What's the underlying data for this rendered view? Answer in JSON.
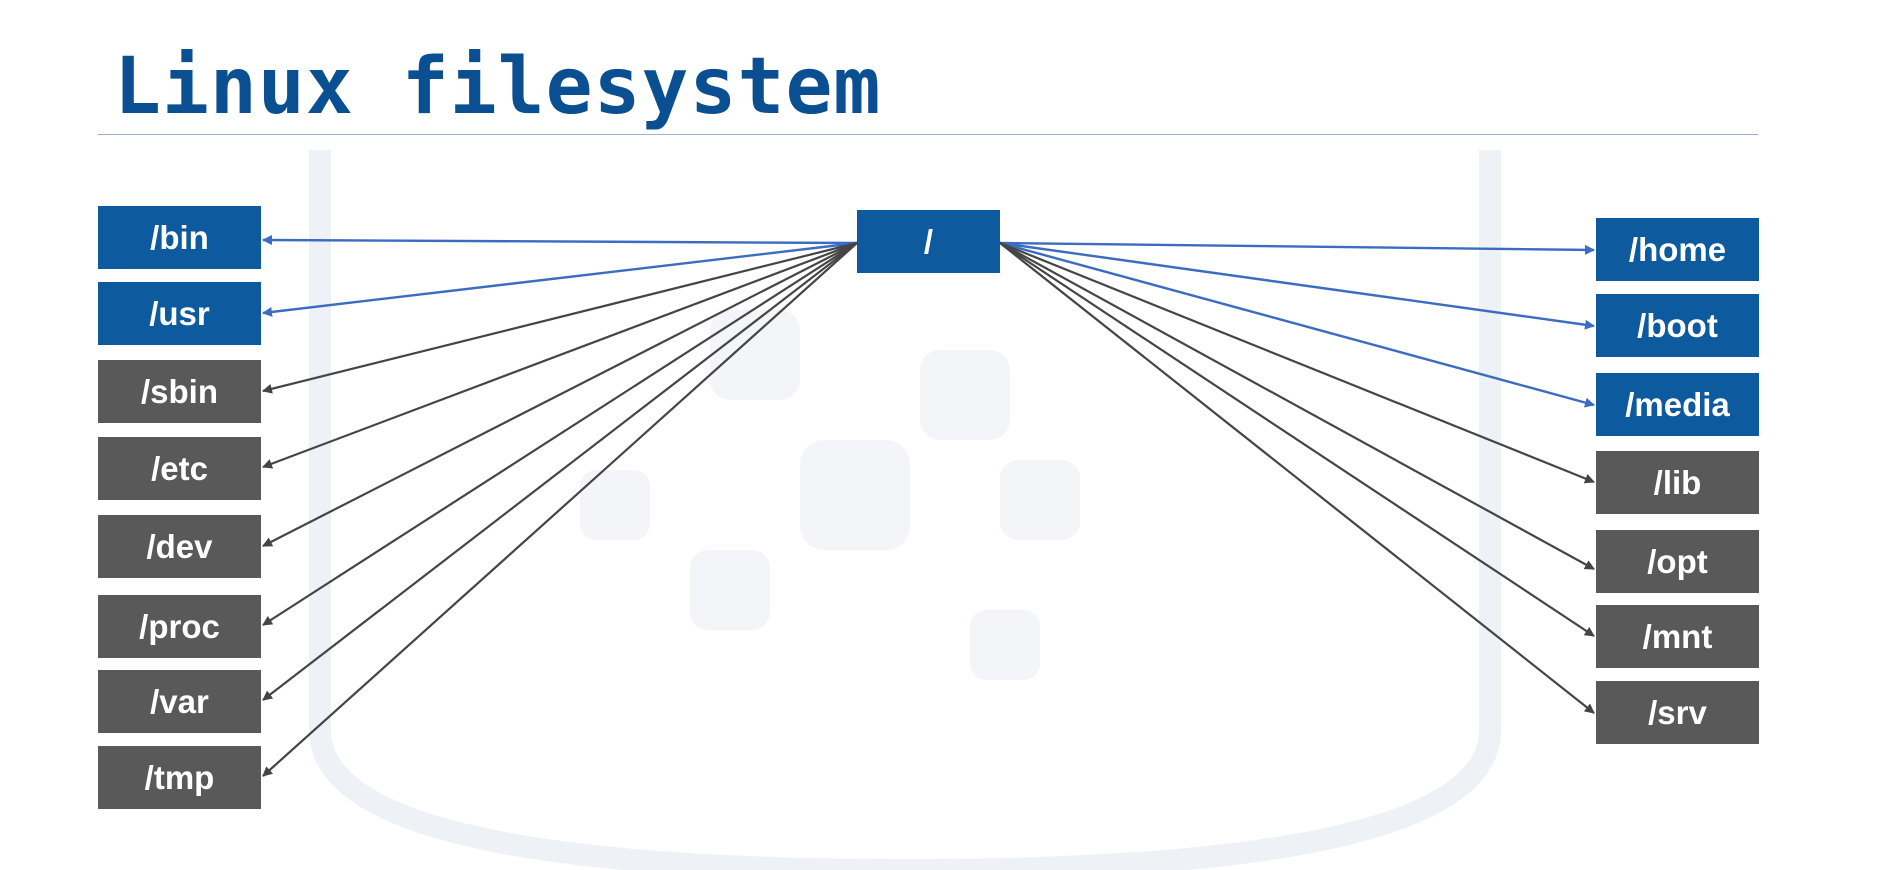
{
  "title": "Linux filesystem",
  "colors": {
    "title": "#0a4f91",
    "blue_box": "#0e5a9e",
    "gray_box": "#595959",
    "blue_line": "#3b6cc2",
    "gray_line": "#454545"
  },
  "root": {
    "label": "/"
  },
  "left_dirs": [
    {
      "label": "/bin",
      "color": "blue"
    },
    {
      "label": "/usr",
      "color": "blue"
    },
    {
      "label": "/sbin",
      "color": "gray"
    },
    {
      "label": "/etc",
      "color": "gray"
    },
    {
      "label": "/dev",
      "color": "gray"
    },
    {
      "label": "/proc",
      "color": "gray"
    },
    {
      "label": "/var",
      "color": "gray"
    },
    {
      "label": "/tmp",
      "color": "gray"
    }
  ],
  "right_dirs": [
    {
      "label": "/home",
      "color": "blue"
    },
    {
      "label": "/boot",
      "color": "blue"
    },
    {
      "label": "/media",
      "color": "blue"
    },
    {
      "label": "/lib",
      "color": "gray"
    },
    {
      "label": "/opt",
      "color": "gray"
    },
    {
      "label": "/mnt",
      "color": "gray"
    },
    {
      "label": "/srv",
      "color": "gray"
    }
  ]
}
